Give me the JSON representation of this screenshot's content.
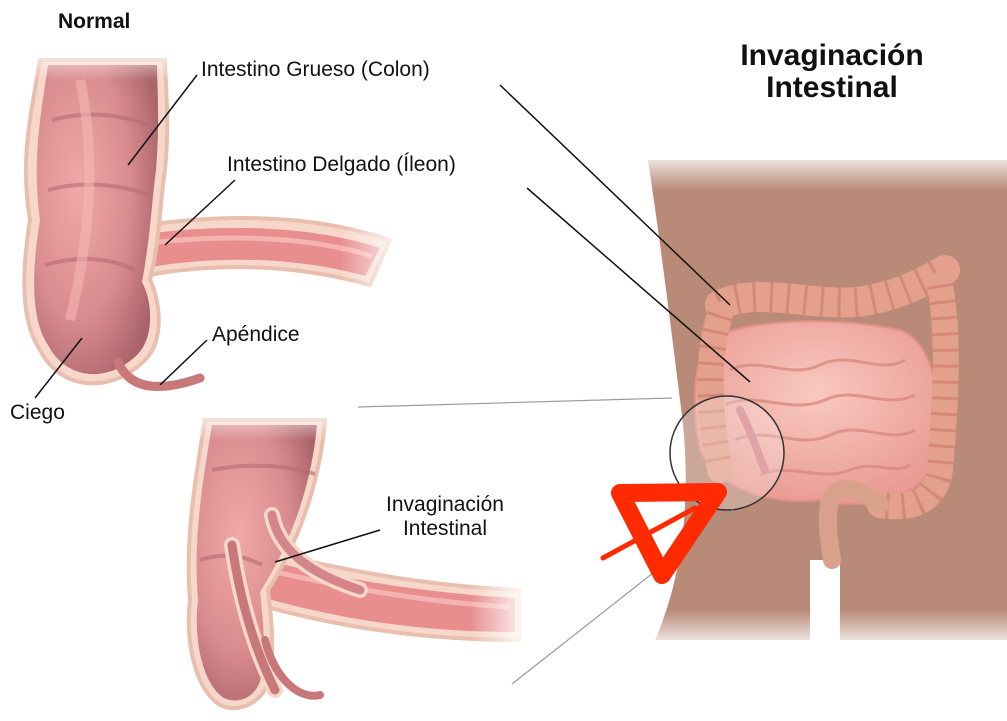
{
  "labels": {
    "normal": "Normal",
    "colon": "Intestino Grueso (Colon)",
    "ileon": "Intestino Delgado (Íleon)",
    "apendice": "Apéndice",
    "ciego": "Ciego",
    "invag_small_line1": "Invaginación",
    "invag_small_line2": "Intestinal",
    "title_line1": "Invaginación",
    "title_line2": "Intestinal"
  },
  "colors": {
    "skin": "#b98a78",
    "colon": "#e3a08c",
    "small_intestine": "#f0b4ab",
    "tissue_dark": "#b96a6f",
    "tissue_light": "#e99aa0",
    "pointer_arrow": "#ff2a00"
  },
  "icons": {
    "pointer": "red-arrow-icon"
  }
}
